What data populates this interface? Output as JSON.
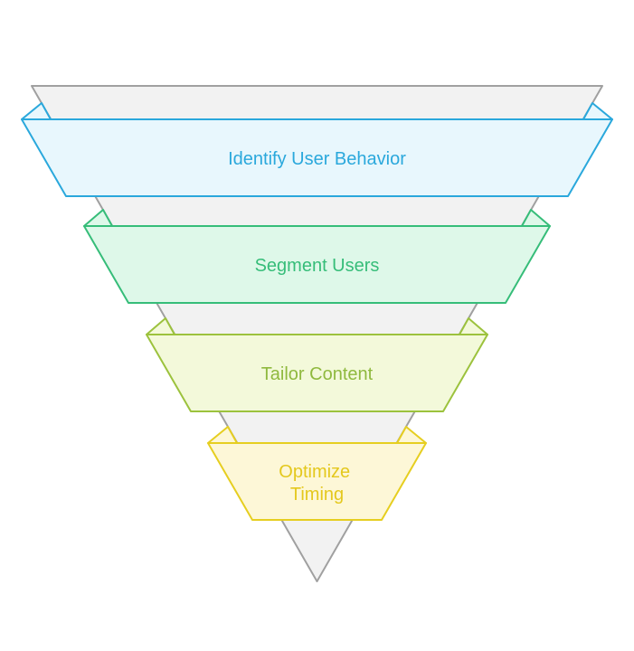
{
  "page": {
    "background_color": "#ffffff"
  },
  "diagram": {
    "type": "funnel",
    "direction": "top-to-bottom",
    "funnel_shape": {
      "name": "inverted-triangle",
      "fill": "#f2f2f2",
      "stroke": "#a0a0a0"
    },
    "stages": [
      {
        "label": "Identify User Behavior",
        "fill": "#e8f7fd",
        "stroke": "#2aa8dc",
        "text_color": "#2aa8dc"
      },
      {
        "label": "Segment Users",
        "fill": "#def8e9",
        "stroke": "#36bd79",
        "text_color": "#36bd79"
      },
      {
        "label": "Tailor Content",
        "fill": "#f3f9da",
        "stroke": "#9cc23d",
        "text_color": "#8fb93e"
      },
      {
        "label": "Optimize Timing",
        "label_lines": [
          "Optimize",
          "Timing"
        ],
        "fill": "#fdf7d7",
        "stroke": "#e6ce20",
        "text_color": "#e4c81d"
      }
    ]
  }
}
